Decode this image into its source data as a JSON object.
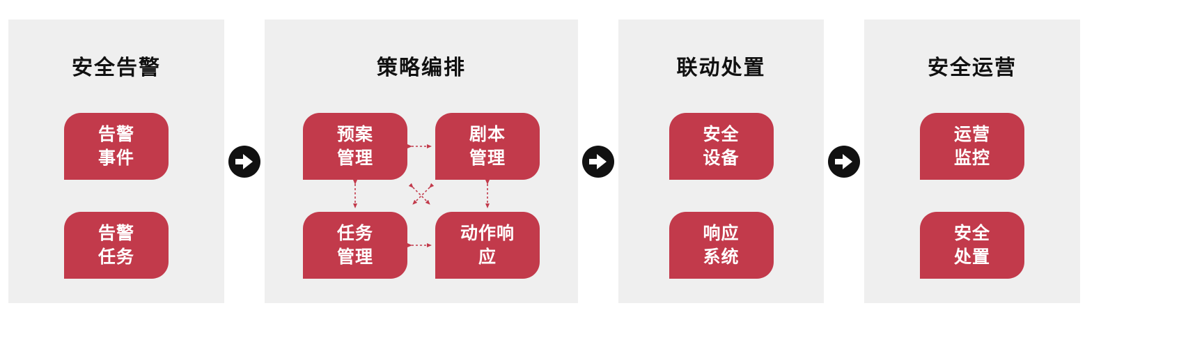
{
  "colors": {
    "panel_bg": "#efefef",
    "box_red": "#c23a4b",
    "arrow_black": "#111111",
    "dashed_red": "#c23a4b",
    "title_text": "#111111",
    "box_text": "#ffffff"
  },
  "panels": [
    {
      "title": "安全告警",
      "boxes": [
        {
          "label": "告警事件",
          "lines": [
            "告警",
            "事件"
          ]
        },
        {
          "label": "告警任务",
          "lines": [
            "告警",
            "任务"
          ]
        }
      ]
    },
    {
      "title": "策略编排",
      "boxes": [
        {
          "label": "预案管理",
          "lines": [
            "预案",
            "管理"
          ]
        },
        {
          "label": "剧本管理",
          "lines": [
            "剧本",
            "管理"
          ]
        },
        {
          "label": "任务管理",
          "lines": [
            "任务",
            "管理"
          ]
        },
        {
          "label": "动作响应",
          "lines": [
            "动作响",
            "应"
          ]
        }
      ],
      "arrows": [
        "top-horizontal-bidirectional",
        "bottom-horizontal-bidirectional",
        "left-vertical-bidirectional",
        "right-vertical-bidirectional",
        "center-cross-bidirectional"
      ]
    },
    {
      "title": "联动处置",
      "boxes": [
        {
          "label": "安全设备",
          "lines": [
            "安全",
            "设备"
          ]
        },
        {
          "label": "响应系统",
          "lines": [
            "响应",
            "系统"
          ]
        }
      ]
    },
    {
      "title": "安全运营",
      "boxes": [
        {
          "label": "运营监控",
          "lines": [
            "运营",
            "监控"
          ]
        },
        {
          "label": "安全处置",
          "lines": [
            "安全",
            "处置"
          ]
        }
      ]
    }
  ],
  "connectors": [
    {
      "icon": "arrow-right-icon"
    },
    {
      "icon": "arrow-right-icon"
    },
    {
      "icon": "arrow-right-icon"
    }
  ]
}
